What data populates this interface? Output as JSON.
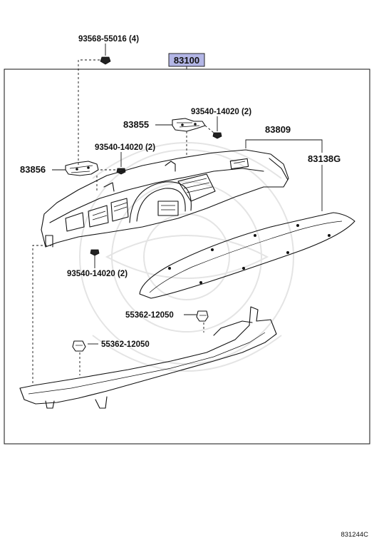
{
  "assembly_label": "83100",
  "assembly_highlight_color": "#b3b6e6",
  "callouts": {
    "bolt_top": "93568-55016 (4)",
    "bracket_right": "83855",
    "bolt_bracket_right": "93540-14020 (2)",
    "bolt_bracket_left": "93540-14020 (2)",
    "bracket_left": "83856",
    "meter_assembly": "83809",
    "glass": "83138G",
    "bolt_bottom": "93540-14020 (2)",
    "clip_right": "55362-12050",
    "clip_left": "55362-12050"
  },
  "figure_code": "831244C"
}
